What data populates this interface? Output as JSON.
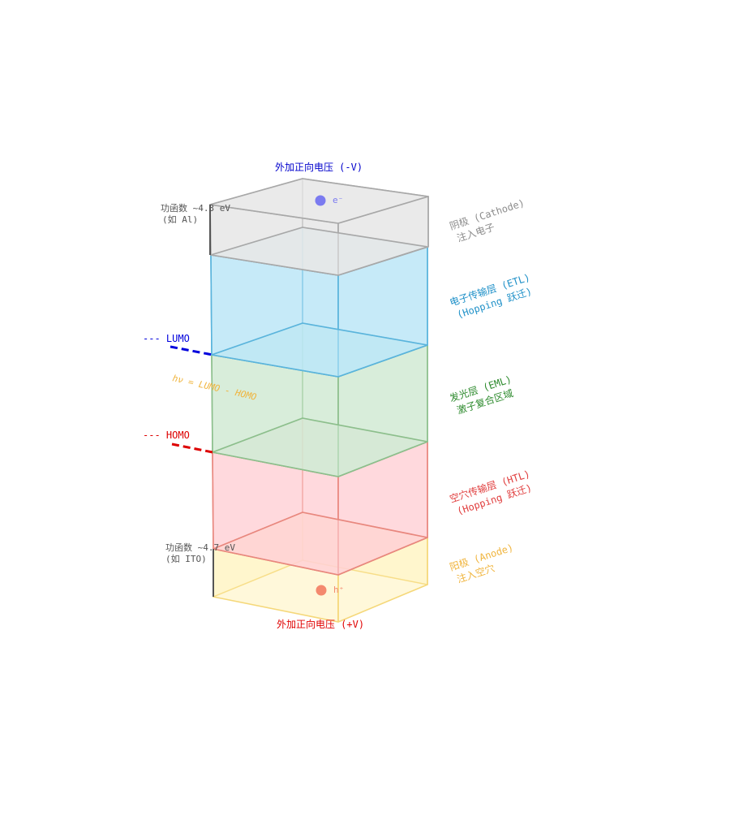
{
  "top_voltage": "外加正向电压 (-V)",
  "bottom_voltage": "外加正向电压 (+V)",
  "cathode_workfunction": {
    "line1": "功函数 ~4.3 eV",
    "line2": "(如 Al)"
  },
  "anode_workfunction": {
    "line1": "功函数 ~4.7 eV",
    "line2": "(如 ITO)"
  },
  "electron_label": "e⁻",
  "hole_label": "h⁺",
  "lumo_label": "--- LUMO",
  "homo_label": "--- HOMO",
  "photon_formula": "hν = LUMO - HOMO",
  "layers": [
    {
      "key": "cathode",
      "line1": "阴极 (Cathode)",
      "line2": "注入电子",
      "color": "#8c8c8c",
      "fill": "#e6e6e6",
      "edge": "#a8a8a8"
    },
    {
      "key": "etl",
      "line1": "电子传输层 (ETL)",
      "line2": "(Hopping 跃迁)",
      "color": "#1e90c8",
      "fill": "#b9e6f7",
      "edge": "#5ab4dc"
    },
    {
      "key": "eml",
      "line1": "发光层 (EML)",
      "line2": "激子复合区域",
      "color": "#2e8b2e",
      "fill": "#cfe9d2",
      "edge": "#8cbf8c"
    },
    {
      "key": "htl",
      "line1": "空穴传输层 (HTL)",
      "line2": "(Hopping 跃迁)",
      "color": "#e03c3c",
      "fill": "#ffd1d6",
      "edge": "#e8877e"
    },
    {
      "key": "anode",
      "line1": "阳极 (Anode)",
      "line2": "注入空穴",
      "color": "#f0b43c",
      "fill": "#fff4c2",
      "edge": "#f5d87a"
    }
  ],
  "colors": {
    "top_voltage": "#0000cc",
    "bottom_voltage": "#e00000",
    "lumo": "#0000dd",
    "homo": "#dd0000",
    "photon": "#f0b43c",
    "electron": "#7b7bf0",
    "hole": "#f4896e",
    "workfunction": "#555555"
  }
}
